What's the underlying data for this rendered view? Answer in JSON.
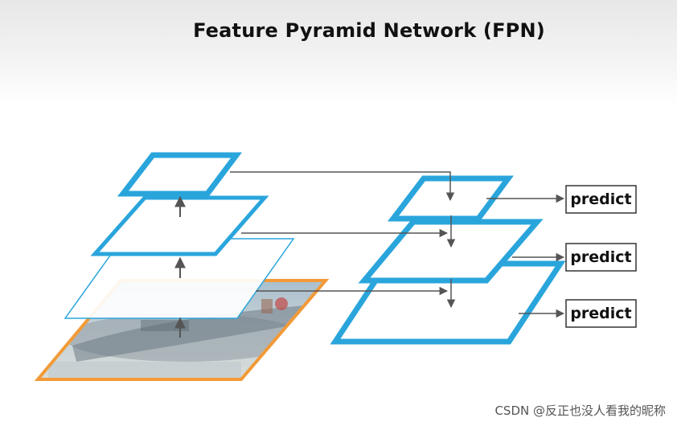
{
  "title": "Feature Pyramid Network (FPN)",
  "predict_labels": [
    "predict",
    "predict",
    "predict"
  ],
  "watermark": "CSDN @反正也没人看我的昵称",
  "colors": {
    "pyramid_blue": "#2aa5dc",
    "image_orange": "#f29a38",
    "arrow_gray": "#555555",
    "box_border": "#333333"
  }
}
